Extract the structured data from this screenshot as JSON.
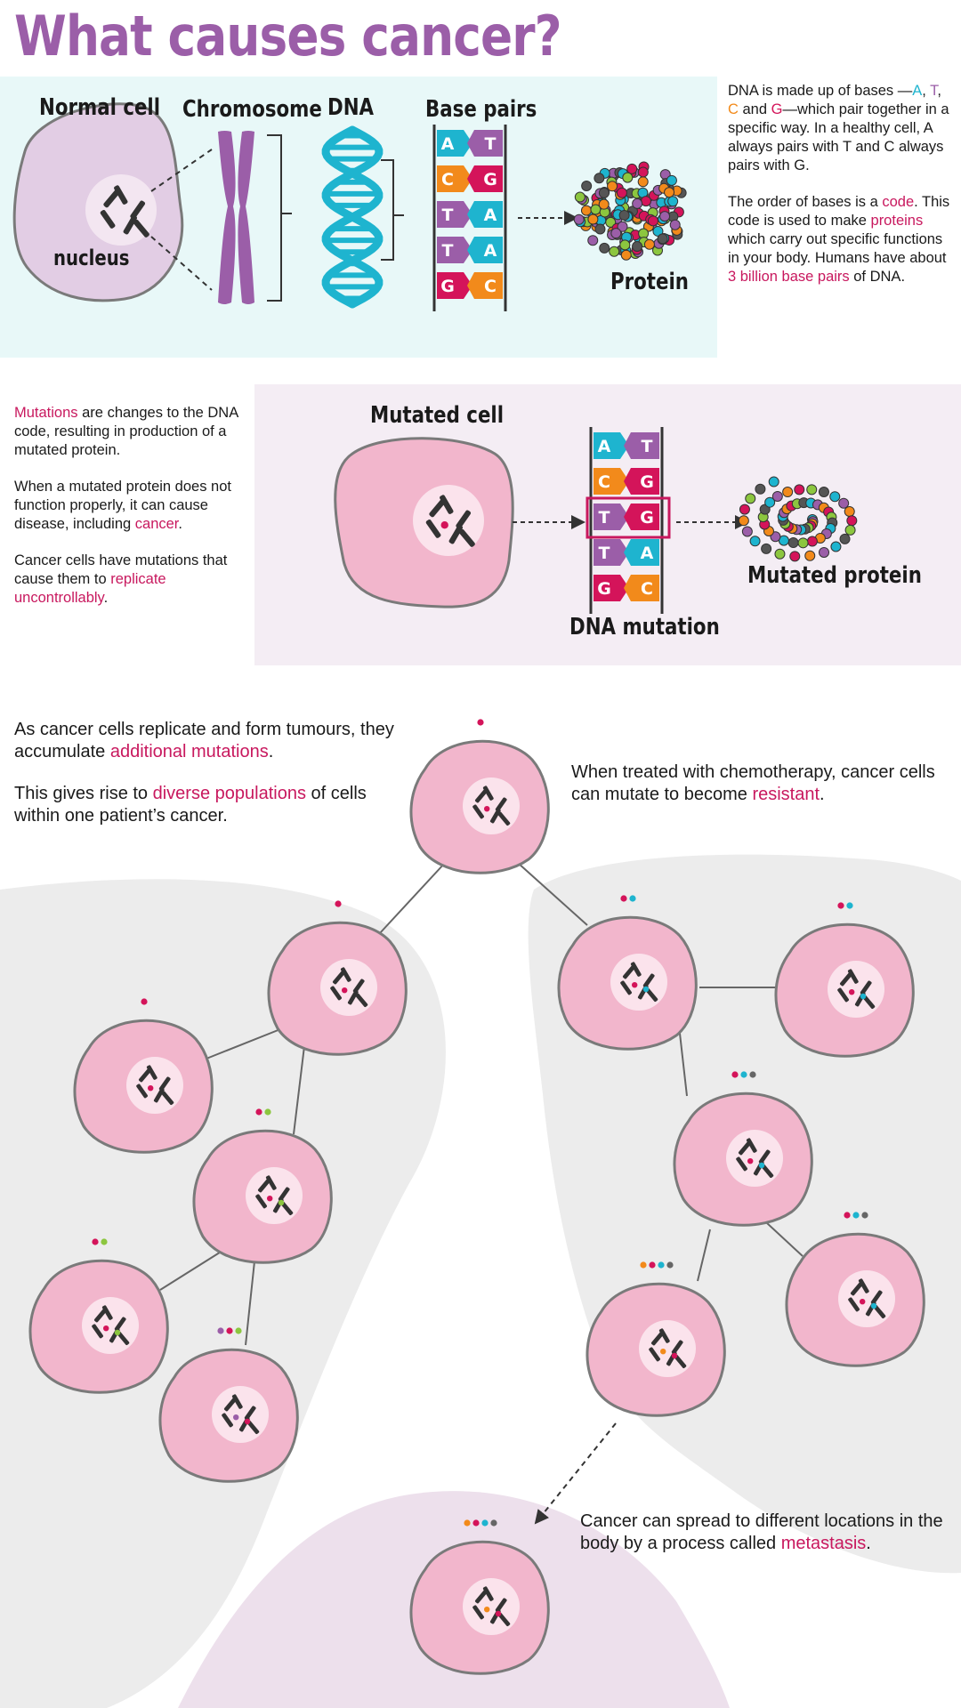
{
  "title": "What causes cancer?",
  "colors": {
    "title": "#9b5ea8",
    "highlight": "#c8185e",
    "A": "#1eb4cf",
    "T": "#9b5ea8",
    "C": "#f28a1b",
    "G": "#d4145a",
    "cell": "#f2b6cc",
    "normal_cell": "#e2cde4"
  },
  "labels": {
    "normal_cell": "Normal cell",
    "chromosome": "Chromosome",
    "dna": "DNA",
    "base_pairs": "Base pairs",
    "nucleus": "nucleus",
    "protein": "Protein",
    "mutated_cell": "Mutated cell",
    "dna_mutation": "DNA mutation",
    "mutated_protein": "Mutated protein"
  },
  "base_pairs": [
    {
      "left": "A",
      "right": "T"
    },
    {
      "left": "C",
      "right": "G"
    },
    {
      "left": "T",
      "right": "A"
    },
    {
      "left": "T",
      "right": "A"
    },
    {
      "left": "G",
      "right": "C"
    }
  ],
  "mutated_base_pairs": [
    {
      "left": "A",
      "right": "T"
    },
    {
      "left": "C",
      "right": "G"
    },
    {
      "left": "T",
      "right": "G"
    },
    {
      "left": "T",
      "right": "A"
    },
    {
      "left": "G",
      "right": "C"
    }
  ],
  "dna_text": {
    "p1": {
      "a": "DNA is made up of bases —",
      "A": "A",
      "s1": ", ",
      "T": "T",
      "s2": ", ",
      "C": "C",
      "s3": " and ",
      "G": "G",
      "b": "—which pair together in a specific way. In a healthy cell, A always pairs with T and C always pairs with G."
    },
    "p2": {
      "a": "The order of bases is a ",
      "code": "code",
      "b": ". This code is used to make ",
      "proteins": "proteins",
      "c": " which carry out specific functions in your body. Humans have about ",
      "billion": "3 billion base pairs",
      "d": " of DNA."
    }
  },
  "mutation_text": {
    "p1": {
      "mutations": "Mutations",
      "a": " are changes to the DNA code, resulting in production of a mutated protein."
    },
    "p2": {
      "a": "When a mutated protein does not function properly, it can cause disease, including ",
      "cancer": "cancer",
      "b": "."
    },
    "p3": {
      "a": "Cancer cells have mutations that cause them to ",
      "replicate": "replicate uncontrollably",
      "b": "."
    }
  },
  "evolution_text": {
    "p1": {
      "a": "As cancer cells replicate and form tumours, they accumulate ",
      "additional": "additional mutations",
      "b": "."
    },
    "p2": {
      "a": "This gives rise to ",
      "diverse": "diverse populations",
      "b": " of cells within one patient’s cancer."
    }
  },
  "resistance_text": {
    "a": "When treated with chemotherapy, cancer cells can mutate to become ",
    "resistant": "resistant",
    "b": "."
  },
  "metastasis_text": {
    "a": "Cancer can spread to different locations in the body by a process called ",
    "metastasis": "metastasis",
    "b": "."
  },
  "tree_cells": [
    {
      "id": "root",
      "dots": [
        "#d4145a"
      ]
    },
    {
      "id": "left1",
      "dots": [
        "#d4145a"
      ]
    },
    {
      "id": "left2",
      "dots": [
        "#d4145a"
      ]
    },
    {
      "id": "left3",
      "dots": [
        "#d4145a",
        "#8cc63f"
      ]
    },
    {
      "id": "left4",
      "dots": [
        "#d4145a",
        "#8cc63f"
      ]
    },
    {
      "id": "left5",
      "dots": [
        "#9b5ea8",
        "#d4145a",
        "#8cc63f"
      ]
    },
    {
      "id": "right1",
      "dots": [
        "#d4145a",
        "#1eb4cf"
      ]
    },
    {
      "id": "right2",
      "dots": [
        "#d4145a",
        "#1eb4cf"
      ]
    },
    {
      "id": "right3",
      "dots": [
        "#d4145a",
        "#1eb4cf",
        "#666666"
      ]
    },
    {
      "id": "right4",
      "dots": [
        "#f28a1b",
        "#d4145a",
        "#1eb4cf",
        "#666666"
      ]
    },
    {
      "id": "right5",
      "dots": [
        "#d4145a",
        "#1eb4cf",
        "#666666"
      ]
    },
    {
      "id": "meta",
      "dots": [
        "#f28a1b",
        "#d4145a",
        "#1eb4cf",
        "#666666"
      ]
    }
  ]
}
